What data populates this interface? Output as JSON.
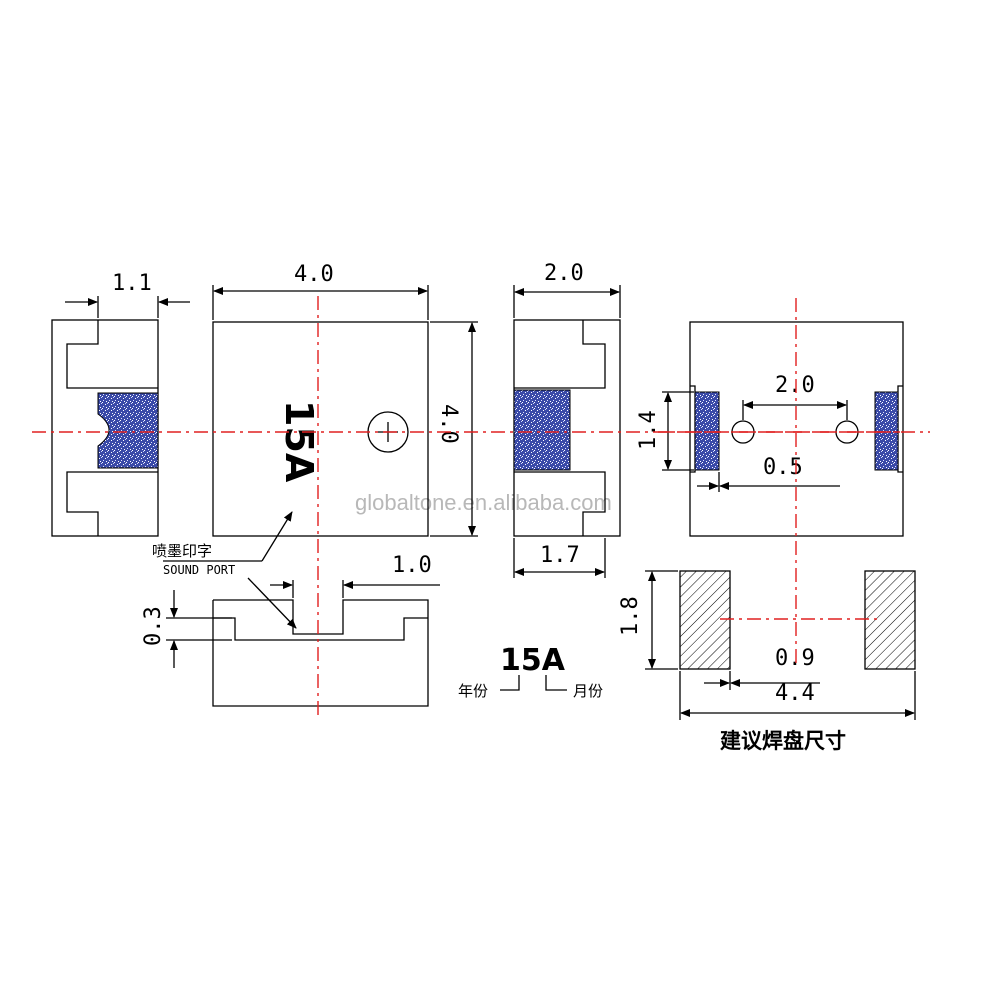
{
  "drawing": {
    "dimensions": {
      "side_width": "1.1",
      "top_width": "4.0",
      "top_height": "4.0",
      "end_width": "2.0",
      "end_bottom_width": "1.7",
      "bottom_pitch": "2.0",
      "bottom_pad_height": "1.4",
      "bottom_hole": "0.5",
      "port_width": "1.0",
      "port_depth": "0.3",
      "land_height": "1.8",
      "land_gap": "0.9",
      "land_span": "4.4"
    },
    "labels": {
      "ink_marking": "喷墨印字",
      "sound_port": "SOUND PORT",
      "marking_code": "15A",
      "year": "年份",
      "month": "月份",
      "top_marking": "15A",
      "land_pattern_title": "建议焊盘尺寸"
    },
    "watermark": "globaltone.en.alibaba.com",
    "colors": {
      "centerline": "#e02020",
      "pad_fill": "#3a4aa8",
      "outline": "#000000"
    }
  }
}
